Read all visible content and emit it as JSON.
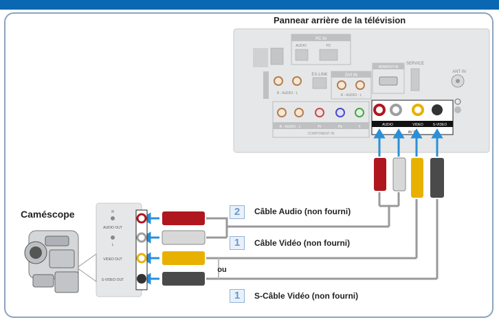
{
  "tv_panel_title": "Pannear arrière de la télévision",
  "camcorder_title": "Caméscope",
  "or_label": "ou",
  "tv_panel": {
    "pcin": "PC IN",
    "audio": "AUDIO",
    "pc": "PC",
    "exlink": "EX-LINK",
    "dvi_in": "DVI IN",
    "hdmi": "HDMI/DVI IN",
    "service": "SERVICE",
    "ant_in": "ANT IN",
    "audio_rl": "R - AUDIO - L",
    "component_rl": "R - AUDIO - L",
    "pr": "Pr",
    "pb": "Pb",
    "y": "Y",
    "component_in": "COMPONENT IN",
    "av_audio": "AUDIO",
    "av_video": "VIDEO",
    "av_svideo": "S-VIDEO",
    "av_in": "AV IN"
  },
  "camcorder_panel": {
    "audio_out": "AUDIO OUT",
    "r": "R",
    "l": "L",
    "video_out": "VIDEO OUT",
    "svideo_out": "S-VIDEO OUT"
  },
  "cables": [
    {
      "number": "2",
      "label": "Câble Audio (non fourni)"
    },
    {
      "number": "1",
      "label": "Câble Vidéo (non fourni)"
    },
    {
      "number": "1",
      "label": "S-Câble Vidéo (non fourni)"
    }
  ],
  "colors": {
    "accent": "#0a67b2",
    "frame": "#8aa3bd",
    "panel": "#e6e7e8",
    "red_plug": "#b0161e",
    "white_plug": "#d8d8d8",
    "yellow_plug": "#e8b100",
    "svideo_plug": "#4a4a4a",
    "arrow": "#2a8fd8"
  }
}
